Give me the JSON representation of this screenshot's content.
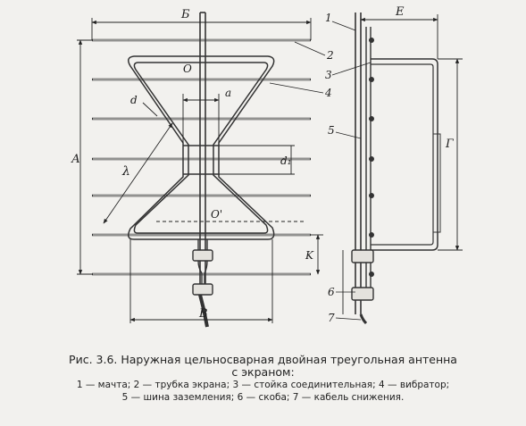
{
  "labels": {
    "dim_B_top": "Б",
    "dim_E": "Е",
    "dim_A": "А",
    "dim_lambda": "λ",
    "dim_d": "d",
    "dim_d1": "d₁",
    "dim_a": "a",
    "dim_K": "K",
    "dim_B_bottom": "В",
    "dim_G": "Г",
    "point_O": "О",
    "point_O2": "О'",
    "part_1": "1",
    "part_2": "2",
    "part_3": "3",
    "part_4": "4",
    "part_5": "5",
    "part_6": "6",
    "part_7": "7"
  },
  "caption": {
    "title_line1": "Рис. 3.6. Наружная цельносварная двойная треугольная антенна",
    "title_line2": "с экраном:",
    "legend_line1": "1 — мачта; 2 — трубка экрана; 3 — стойка соединительная; 4 — вибратор;",
    "legend_line2": "5 — шина заземления; 6 — скоба; 7 — кабель снижения."
  }
}
